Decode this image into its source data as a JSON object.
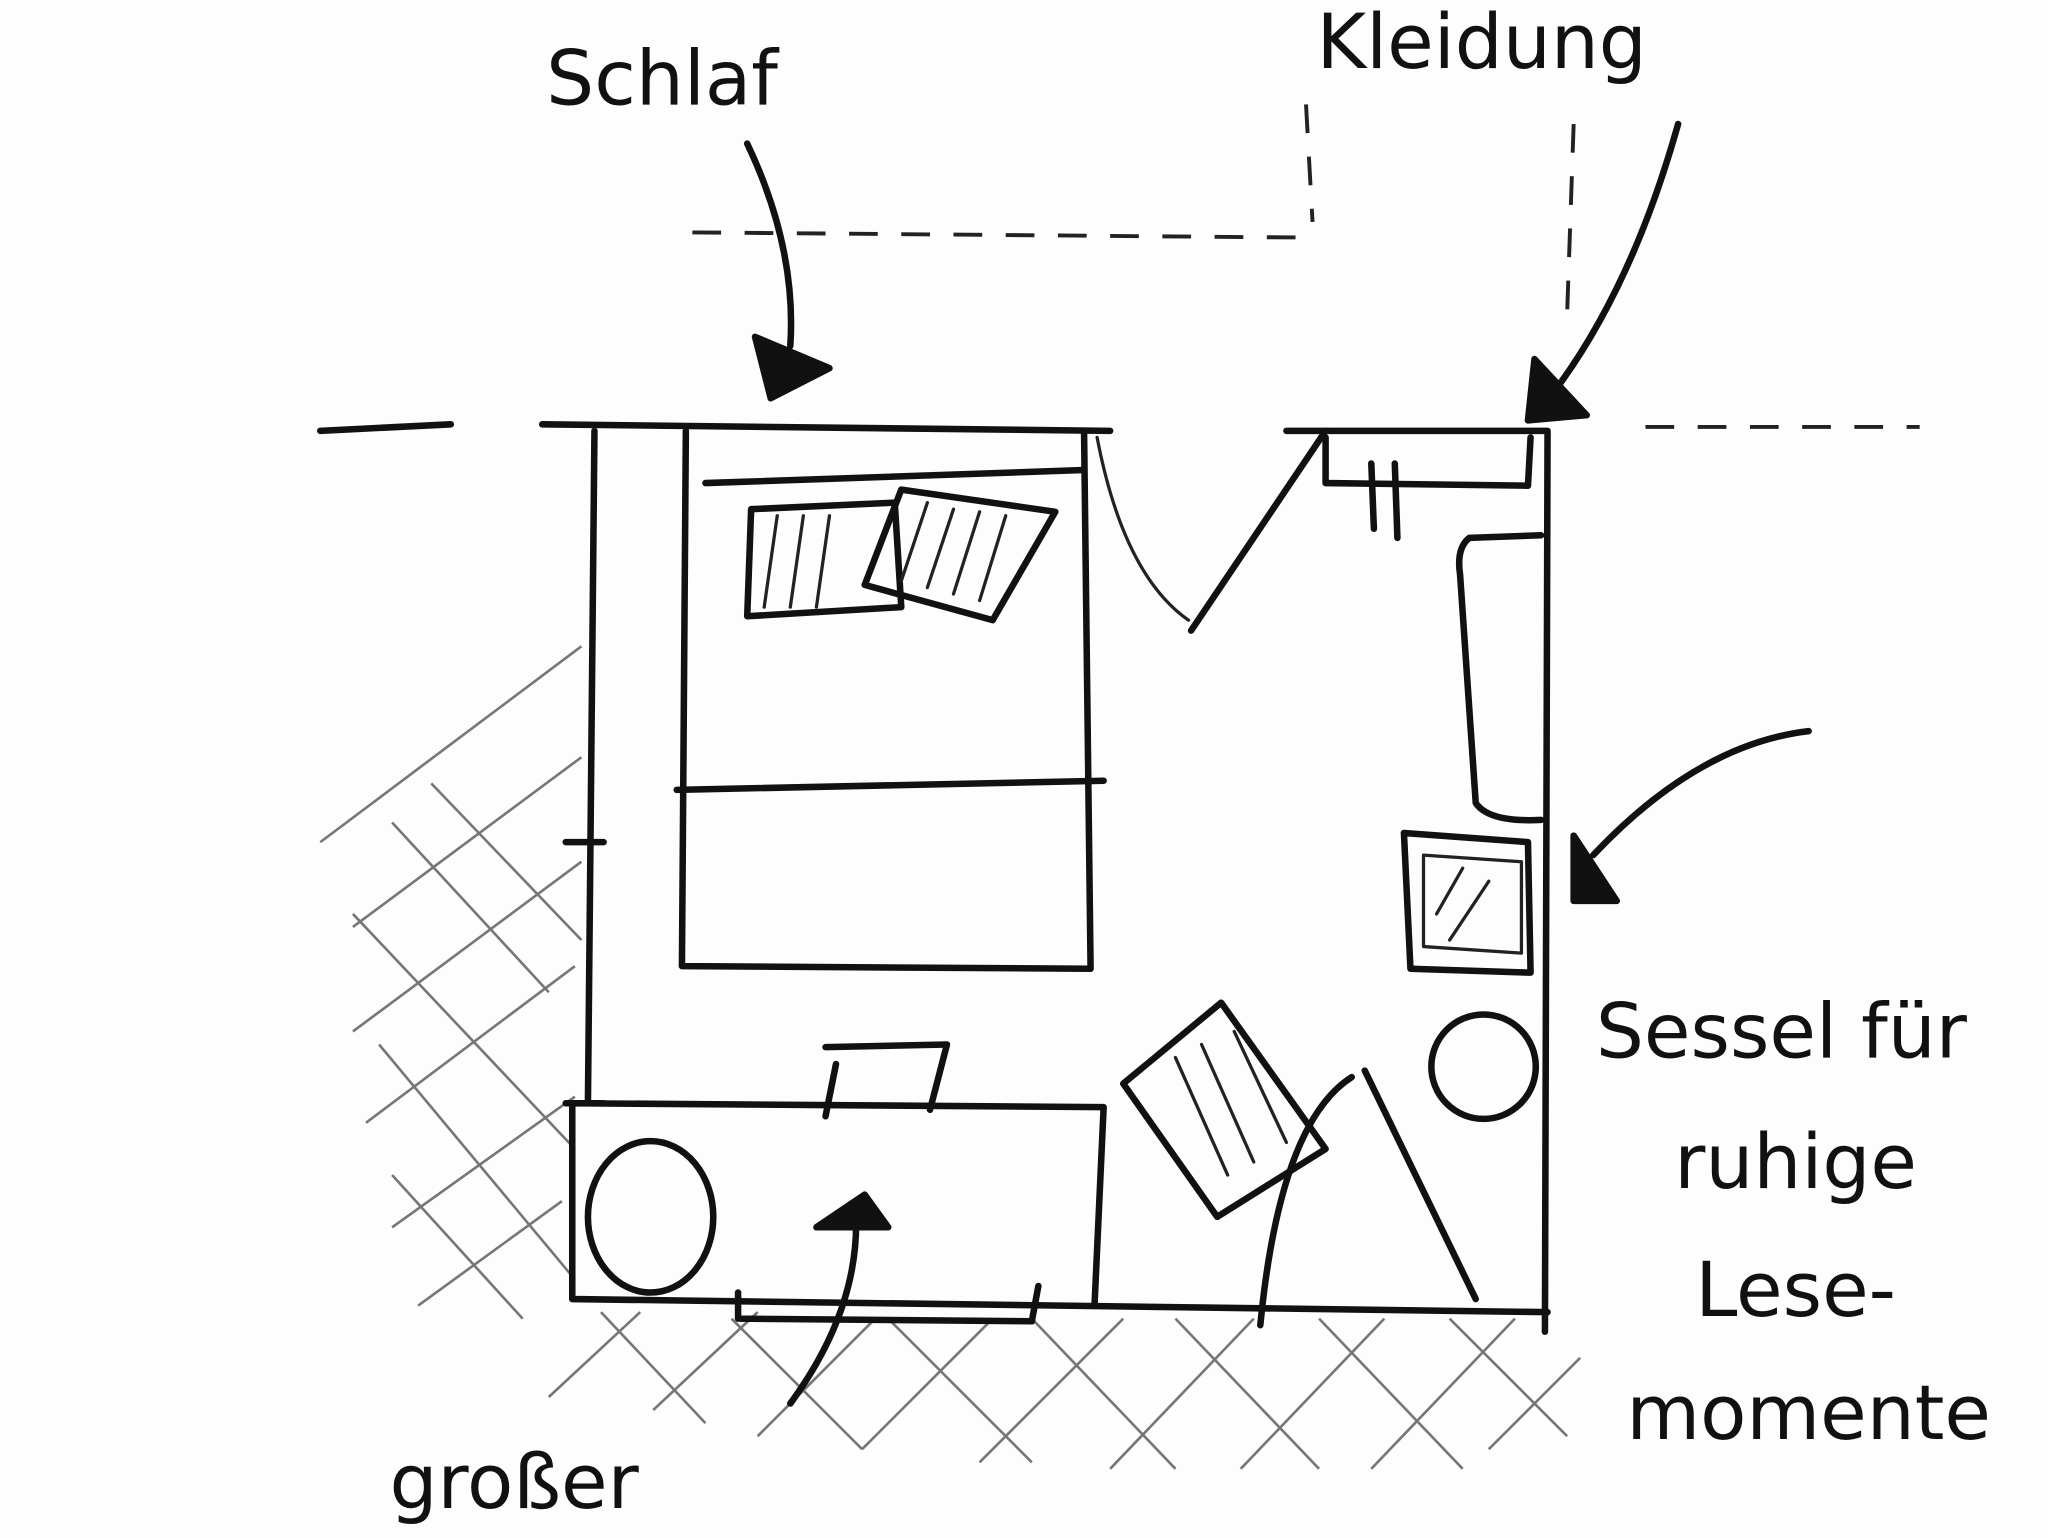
{
  "labels": {
    "sleep": "Schlaf",
    "clothing": "Kleidung",
    "reading_line1": "Sessel für",
    "reading_line2": "ruhige",
    "reading_line3": "Lese-",
    "reading_line4": "momente",
    "bottom": "großer"
  }
}
